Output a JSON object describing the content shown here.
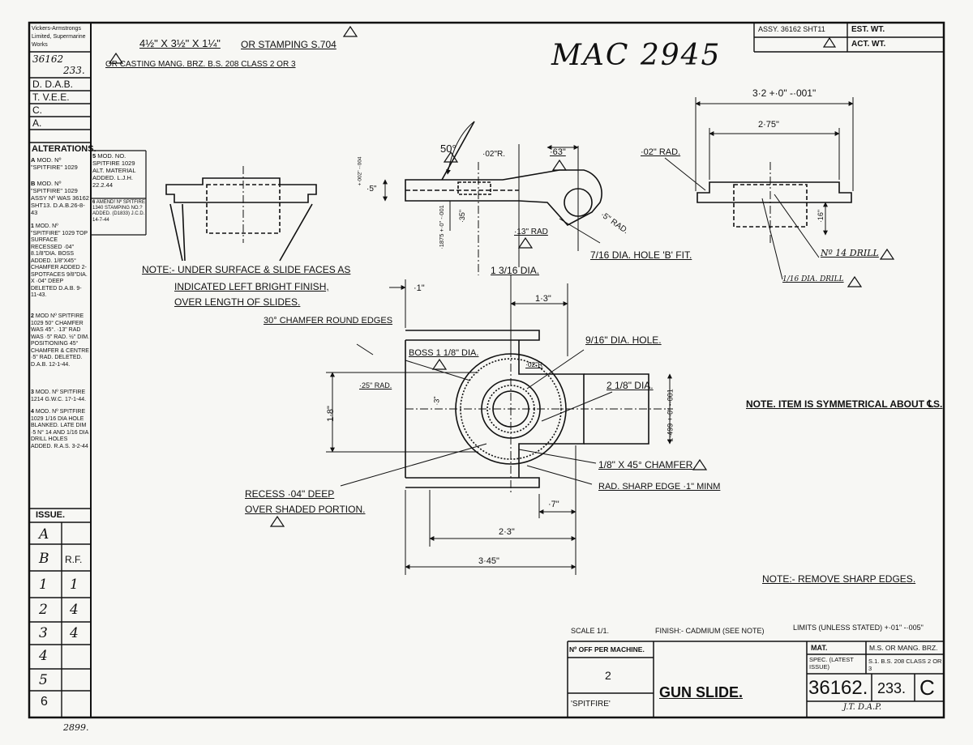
{
  "sidebar": {
    "maker": "Vickers-Armstrongs Limited, Supermarine Works",
    "drawing_no": "36162",
    "sheet_no": "233.",
    "signoffs": [
      "D. D.A.B.",
      "T. V.E.E.",
      "C.",
      "A."
    ],
    "alterations_title": "ALTERATIONS.",
    "alterations": [
      {
        "mark": "A",
        "text": "MOD. Nº \"SPITFIRE\" 1029"
      },
      {
        "mark": "B",
        "text": "MOD. Nº \"SPITFIRE\" 1029 ASSY Nº WAS 36162 SHT13. D.A.B.26-8-43"
      },
      {
        "mark": "1",
        "text": "MOD. Nº \"SPITFIRE\" 1029 TOP SURFACE RECESSED ·04\" 8.1/8\"DIA. BOSS ADDED. 1/8\"X45° CHAMFER ADDED 2-SPOTFACES 9/8\"DIA. X ·04\" DEEP DELETED D.A.B. 9-11-43."
      },
      {
        "mark": "2",
        "text": "MOD Nº SPITFIRE 1029 50° CHAMFER WAS 45°. ·13\" RAD WAS ·5\" RAD. ½\" DIM. POSITIONING 45° CHAMFER & CENTRE ·5\" RAD. DELETED. D.A.B. 12-1-44."
      },
      {
        "mark": "3",
        "text": "MOD. Nº SPITFIRE 1214 G.W.C. 17-1-44."
      },
      {
        "mark": "4",
        "text": "MOD. Nº SPITFIRE 1029 1/16 DIA HOLE BLANKED. LATE DIM ·5 N° 14 AND 1/16 DIA DRILL HOLES ADDED. R.A.S. 3-2-44"
      },
      {
        "mark": "5",
        "text": "MOD. NO. SPITFIRE 1029 ALT. MATERIAL ADDED. L.J.H. 22.2.44"
      },
      {
        "mark": "6",
        "text": "AMEND! Nº SPITFIRE 1340 STAMPING NO.? ADDED. (D1833) J.C.D. 14-7-44"
      }
    ],
    "issue_label": "ISSUE.",
    "issues": [
      {
        "left": "A",
        "right": ""
      },
      {
        "left": "B",
        "right": "R.F."
      },
      {
        "left": "1",
        "right": "1"
      },
      {
        "left": "2",
        "right": "4"
      },
      {
        "left": "3",
        "right": "4"
      },
      {
        "left": "4",
        "right": ""
      },
      {
        "left": "5",
        "right": ""
      },
      {
        "left": "6",
        "right": ""
      }
    ],
    "foot_number": "2899."
  },
  "header": {
    "stock_size": "4½\" X 3½\" X 1¼\"",
    "stock_alt": "OR STAMPING S.704",
    "material_alt": "OR CASTING MANG. BRZ. B.S. 208 CLASS 2 OR 3",
    "handwritten_ref": "MAC 2945",
    "assy": "ASSY. 36162 SHT11",
    "est_wt": "EST. WT.",
    "act_wt": "ACT. WT."
  },
  "notes": {
    "under_surface": [
      "NOTE:- UNDER SURFACE & SLIDE FACES AS",
      "INDICATED LEFT BRIGHT FINISH,",
      "OVER LENGTH OF SLIDES."
    ],
    "symmetrical": "NOTE. ITEM IS SYMMETRICAL ABOUT ℄S.",
    "remove_edges": "NOTE:- REMOVE SHARP EDGES.",
    "recess": [
      "RECESS ·04\" DEEP",
      "OVER SHADED PORTION."
    ]
  },
  "dimensions": {
    "angle_50": "50°",
    "r_02": "·02\"R.",
    "d_63": "·63\"",
    "d_5": "·5\"",
    "d_002": "+·002\" -·004",
    "d_1875": "·1875 +·0\" -·001",
    "d_35": "·35\"",
    "r_13": "·13\" RAD",
    "r_5": "·5\" RAD.",
    "dia_1316": "1 3/16 DIA.",
    "hole_716": "7/16 DIA. HOLE 'B' FIT.",
    "d_1": "·1\"",
    "d_13": "1·3\"",
    "chamfer_30": "30° CHAMFER ROUND EDGES",
    "hole_916": "9/16\" DIA. HOLE.",
    "boss": "BOSS 1 1/8\" DIA.",
    "r_02b": "·02\"R",
    "r_25": "·25\" RAD.",
    "d_18": "1·8\"",
    "d_3": "·3\"",
    "dia_218": "2 1/8\" DIA.",
    "d_1499": "1·499 +·0\" -·001",
    "chamfer_18": "1/8\" X 45° CHAMFER",
    "rad_sharp": "RAD. SHARP EDGE ·1\" MINM",
    "d_7": "·7\"",
    "d_23": "2·3\"",
    "d_345": "3·45\"",
    "d_32": "3·2 +·0\" -·001\"",
    "d_275": "2·75\"",
    "rad_02": "·02\" RAD.",
    "d_16": "·16\"",
    "drill_14": "Nº 14 DRILL",
    "drill_116": "1/16 DIA. DRILL"
  },
  "title_block": {
    "scale": "SCALE 1/1.",
    "finish": "FINISH:- CADMIUM (SEE NOTE)",
    "limits": "LIMITS (UNLESS STATED) +·01\" -·005\"",
    "off_label": "Nº OFF PER MACHINE.",
    "off_value": "2",
    "aircraft": "'SPITFIRE'",
    "title": "GUN SLIDE.",
    "mat_label": "MAT.",
    "mat_value": "M.S. OR MANG. BRZ.",
    "spec_label": "SPEC. (LATEST ISSUE)",
    "spec_value": "S.1. B.S. 208 CLASS 2 OR 3",
    "number": "36162.",
    "sheet": "233.",
    "issue": "C",
    "initials": "J.T. D.A.P."
  }
}
